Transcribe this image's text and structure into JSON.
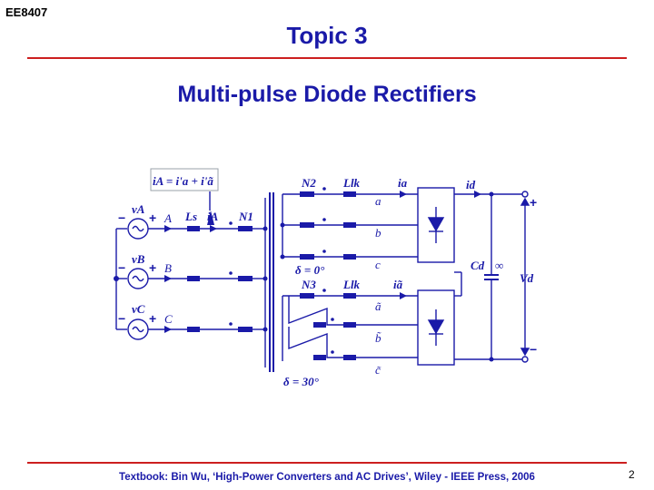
{
  "header": {
    "course_code": "EE8407",
    "topic_title": "Topic  3"
  },
  "slide": {
    "subtitle": "Multi-pulse Diode Rectifiers",
    "footer": "Textbook: Bin Wu, ‘High-Power Converters and AC Drives’, Wiley - IEEE Press, 2006",
    "page_number": "2"
  },
  "diagram": {
    "current_relation": "iA = i'a + i'ã",
    "sources": [
      "vA",
      "vB",
      "vC"
    ],
    "phases": [
      "A",
      "B",
      "C"
    ],
    "line_inductance": "Ls",
    "line_current": "iA",
    "primary_winding": "N1",
    "secondary_windings": [
      "N2",
      "N3"
    ],
    "leakage_inductance": "Llk",
    "upper_phases": [
      "a",
      "b",
      "c"
    ],
    "lower_phases": [
      "ã",
      "b̃",
      "c̃"
    ],
    "upper_current": "ia",
    "lower_current": "iã",
    "dc_current": "id",
    "dc_capacitor": "Cd",
    "infinity": "∞",
    "dc_voltage": "Vd",
    "upper_shift": "δ = 0°",
    "lower_shift": "δ = 30°",
    "plus": "+",
    "minus": "−",
    "source_minus_signs": [
      "−",
      "−",
      "−"
    ],
    "source_plus_signs": [
      "+",
      "+",
      "+"
    ]
  }
}
